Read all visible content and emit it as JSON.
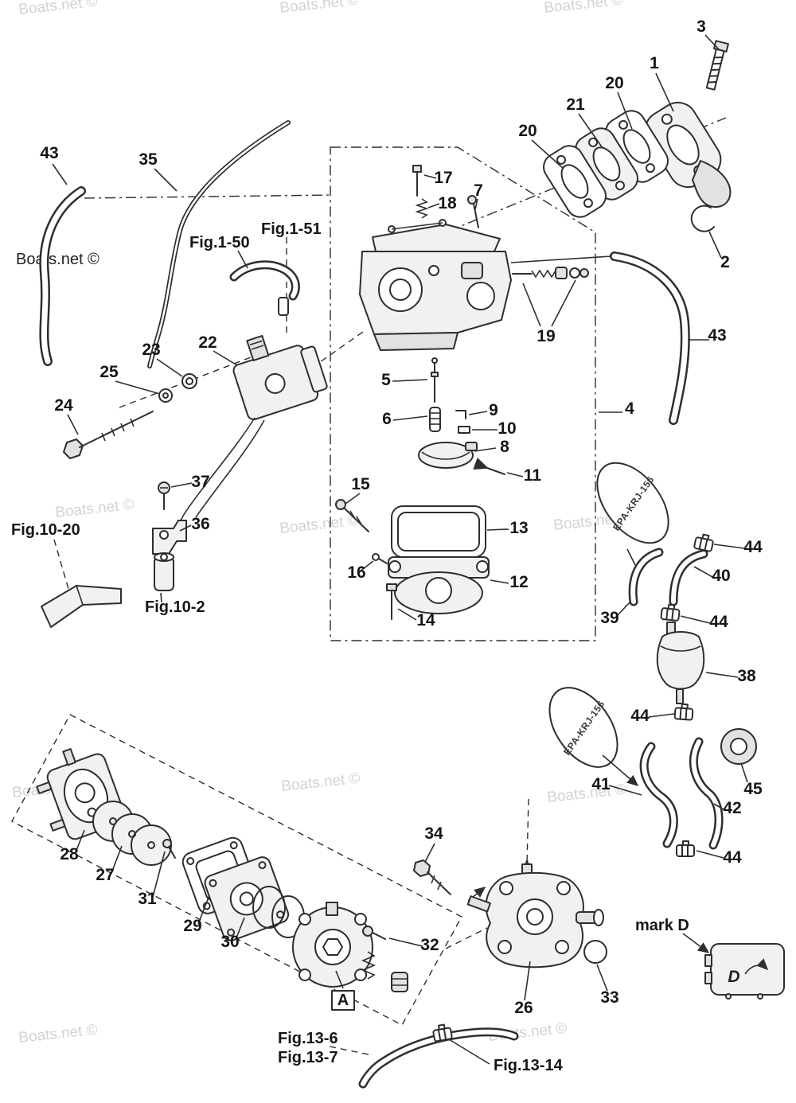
{
  "watermark": {
    "text": "Boats.net ©"
  },
  "labels": {
    "mark_d": "mark D",
    "box_a": "A",
    "epa_sticker": "EPA-KRJ-156",
    "d_stamp": "D"
  },
  "figures": [
    {
      "label": "Fig.1-50"
    },
    {
      "label": "Fig.1-51"
    },
    {
      "label": "Fig.10-20"
    },
    {
      "label": "Fig.10-2"
    },
    {
      "label": "Fig.13-6"
    },
    {
      "label": "Fig.13-7"
    },
    {
      "label": "Fig.13-14"
    }
  ],
  "callouts": [
    {
      "label": "3"
    },
    {
      "label": "1"
    },
    {
      "label": "20"
    },
    {
      "label": "21"
    },
    {
      "label": "20"
    },
    {
      "label": "17"
    },
    {
      "label": "18"
    },
    {
      "label": "7"
    },
    {
      "label": "2"
    },
    {
      "label": "43"
    },
    {
      "label": "35"
    },
    {
      "label": "43"
    },
    {
      "label": "19"
    },
    {
      "label": "4"
    },
    {
      "label": "22"
    },
    {
      "label": "23"
    },
    {
      "label": "25"
    },
    {
      "label": "24"
    },
    {
      "label": "5"
    },
    {
      "label": "6"
    },
    {
      "label": "9"
    },
    {
      "label": "10"
    },
    {
      "label": "8"
    },
    {
      "label": "11"
    },
    {
      "label": "15"
    },
    {
      "label": "13"
    },
    {
      "label": "16"
    },
    {
      "label": "12"
    },
    {
      "label": "14"
    },
    {
      "label": "37"
    },
    {
      "label": "36"
    },
    {
      "label": "44"
    },
    {
      "label": "40"
    },
    {
      "label": "39"
    },
    {
      "label": "44"
    },
    {
      "label": "38"
    },
    {
      "label": "44"
    },
    {
      "label": "45"
    },
    {
      "label": "41"
    },
    {
      "label": "42"
    },
    {
      "label": "44"
    },
    {
      "label": "34"
    },
    {
      "label": "28"
    },
    {
      "label": "27"
    },
    {
      "label": "31"
    },
    {
      "label": "29"
    },
    {
      "label": "30"
    },
    {
      "label": "32"
    },
    {
      "label": "33"
    },
    {
      "label": "26"
    }
  ]
}
